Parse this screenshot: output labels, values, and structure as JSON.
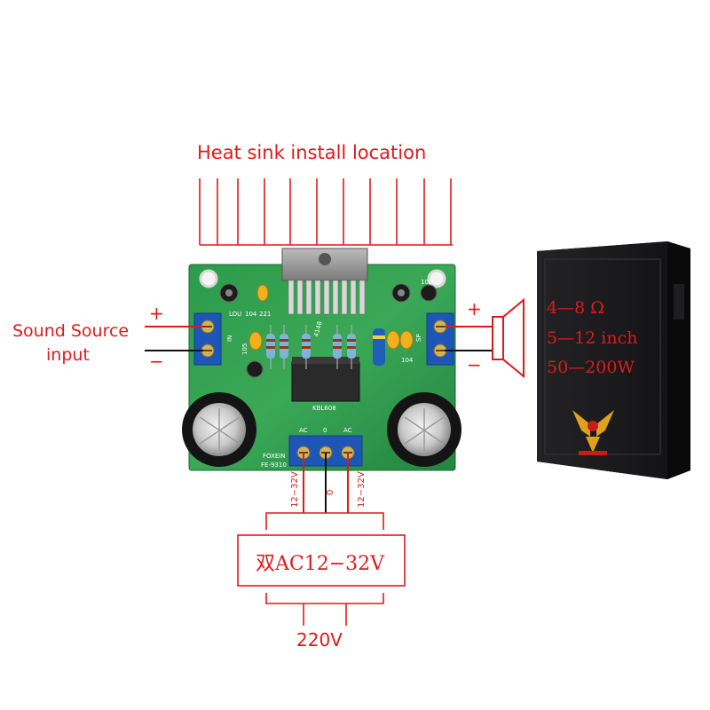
{
  "heat_sink_label": "Heat sink install location",
  "source": {
    "label_line1": "Sound Source",
    "label_line2": "input",
    "plus": "+",
    "minus": "−"
  },
  "speaker_terminals": {
    "plus": "+",
    "minus": "−"
  },
  "speaker_specs": {
    "impedance": "4—8 Ω",
    "size": "5—12 inch",
    "power": "50—200W"
  },
  "pcb_silkscreen": {
    "brand": "FOXEIN",
    "model": "FE-9310",
    "bridge": "KBL608",
    "pin_ac_left": "AC",
    "pin_zero": "0",
    "pin_ac_right": "AC",
    "in_label": "IN",
    "sp_label": "SP",
    "cap_lou": "LOU",
    "cap_104a": "104",
    "cap_221": "221",
    "cap_105": "105",
    "cap_104b": "104",
    "cap_10u": "10U",
    "diode": "4148"
  },
  "supply_wires": {
    "left": "12−32V",
    "center": "0",
    "right": "12−32V"
  },
  "transformer_label": "双AC12−32V",
  "mains_label": "220V",
  "colors": {
    "annotation_red": "#e0191c",
    "pcb_green": "#2f9a4e",
    "terminal_blue": "#1e56b8",
    "speaker_body": "#1b1b1d"
  }
}
